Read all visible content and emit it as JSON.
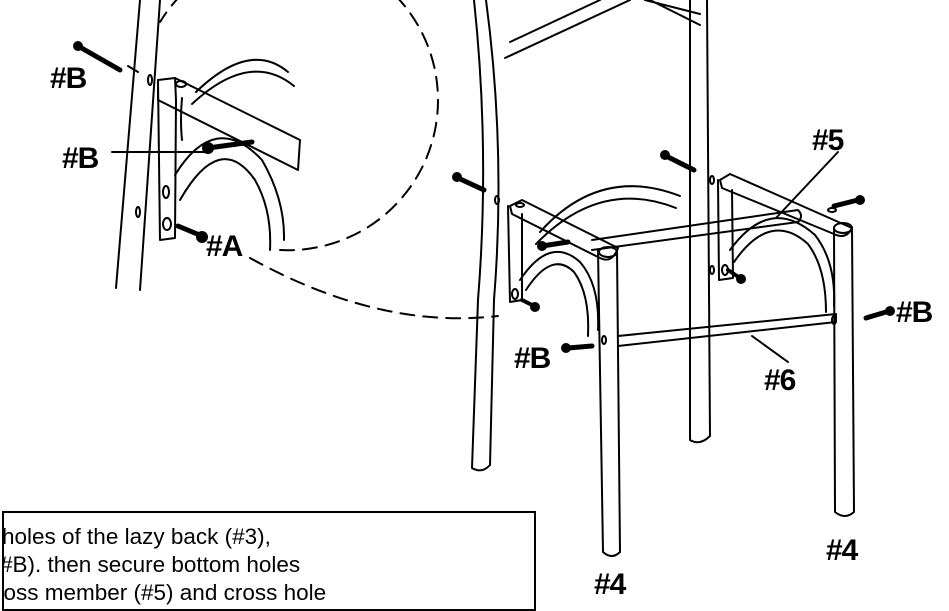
{
  "labels": {
    "b_top": "#B",
    "b_mid": "#B",
    "a_detail": "#A",
    "part5": "#5",
    "b_right": "#B",
    "b_front": "#B",
    "part6": "#6",
    "leg_right": "#4",
    "leg_front": "#4"
  },
  "instruction": {
    "line1": "holes of the lazy back (#3),",
    "line2": "#B). then secure bottom holes",
    "line3": "ross member (#5) and cross hole"
  },
  "colors": {
    "ink": "#000000",
    "background": "#ffffff"
  }
}
